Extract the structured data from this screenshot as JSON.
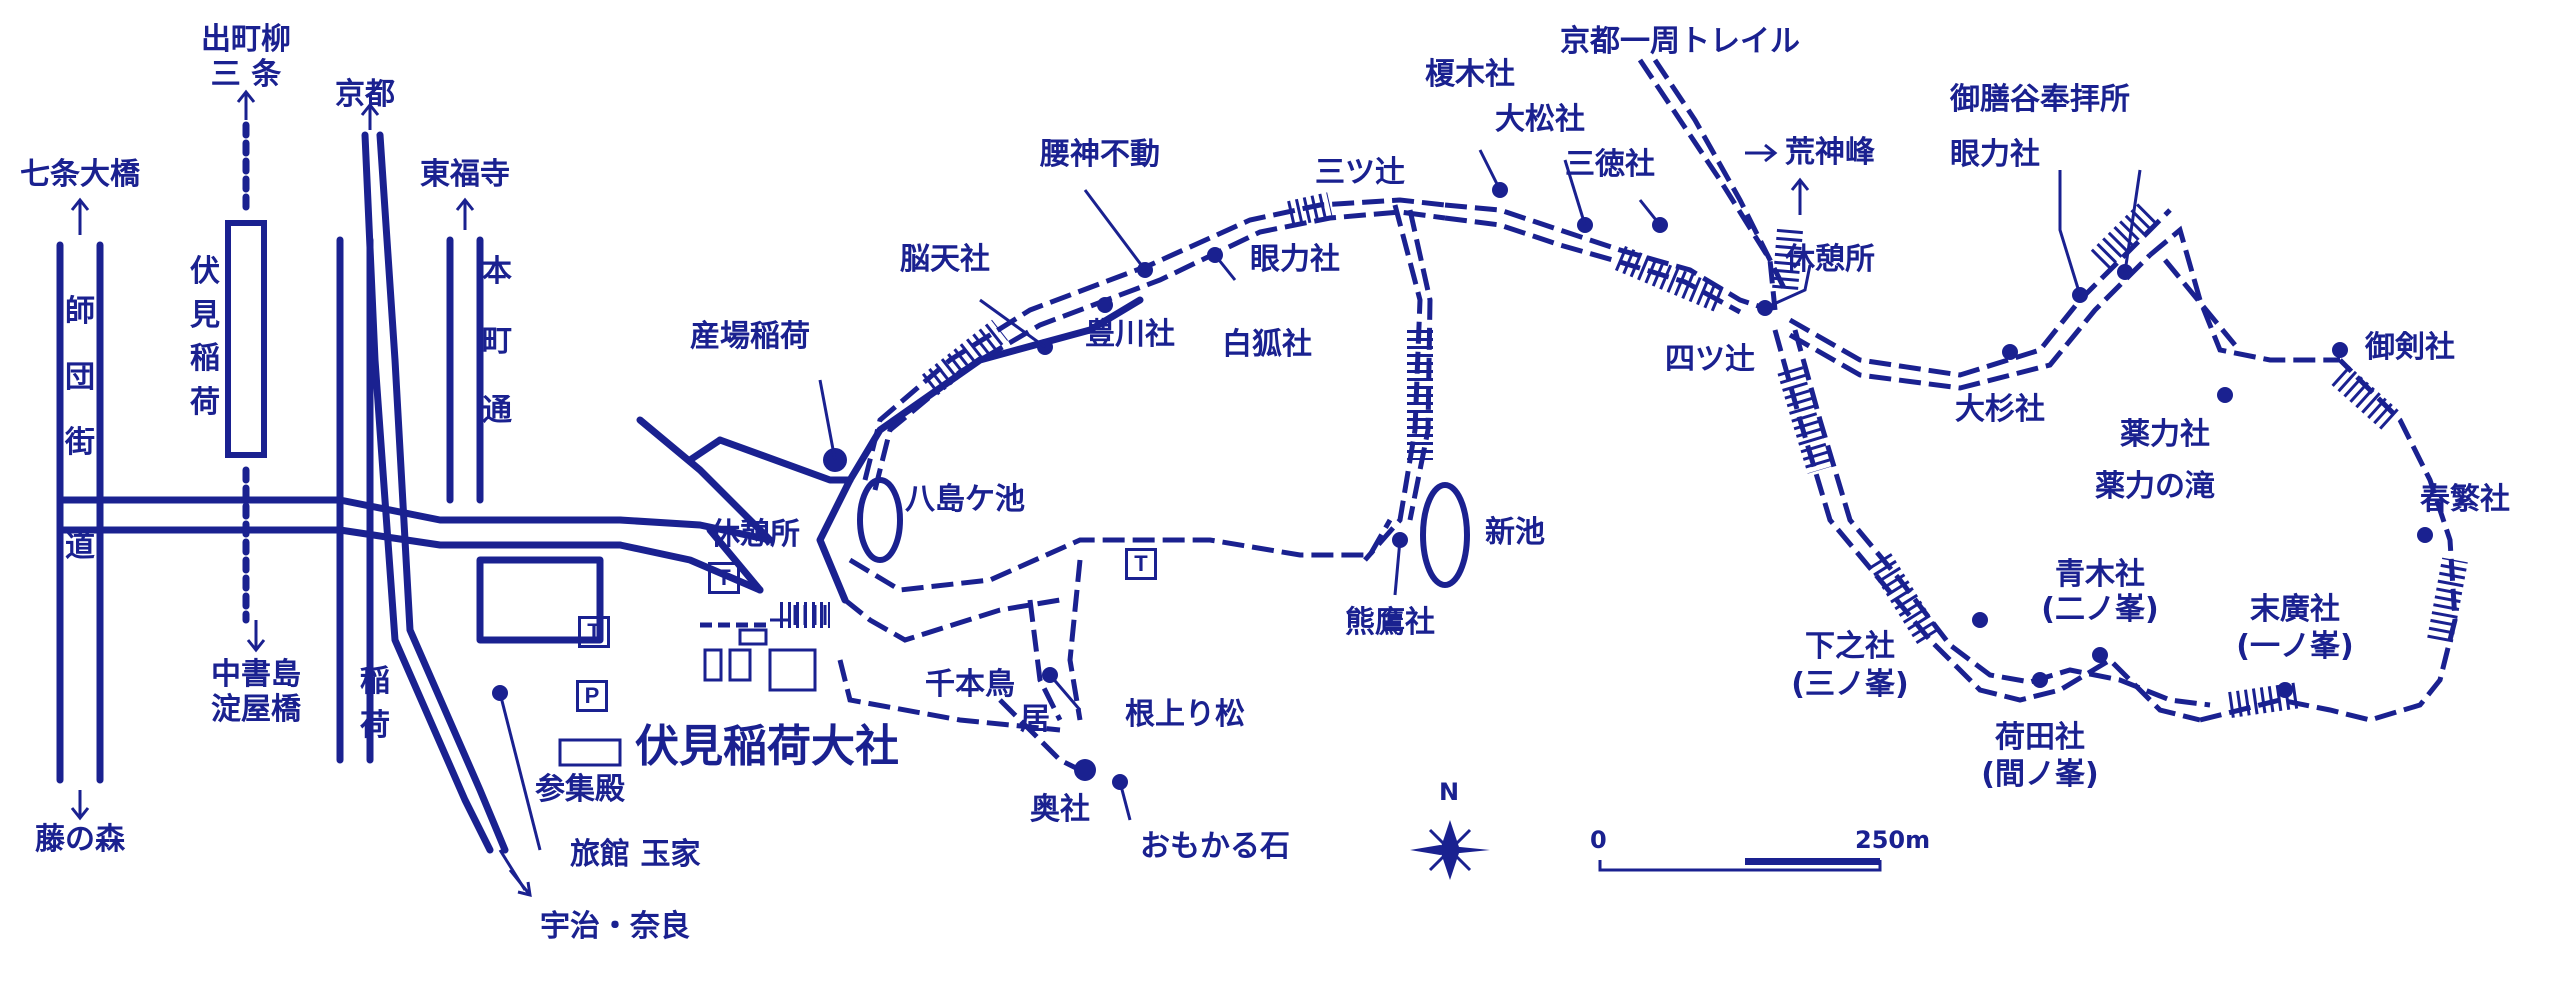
{
  "map": {
    "color": "#1a2190",
    "main_shrine": "伏見稲荷大社",
    "compass": "N",
    "scale": {
      "zero": "0",
      "end": "250m"
    },
    "symbol_toilet": "T",
    "symbol_parking": "P"
  },
  "streets": {
    "shimogyo": [
      "師",
      "団",
      "街",
      "道"
    ],
    "honmachi": [
      "本",
      "町",
      "通"
    ],
    "keihan_station": [
      "伏",
      "見",
      "稲",
      "荷"
    ],
    "jr_station": [
      "稲",
      "荷"
    ]
  },
  "directions": {
    "shichijo": "七条大橋",
    "demachi1": "出町柳",
    "demachi2": "三 条",
    "kyoto": "京都",
    "tofukuji": "東福寺",
    "fujinomori": "藤の森",
    "chushojima1": "中書島",
    "chushojima2": "淀屋橋",
    "uji": "宇治・奈良",
    "trail": "京都一周トレイル",
    "arakami": "荒神峰"
  },
  "places": {
    "ubaba": "産場稲荷",
    "noten": "脳天社",
    "koshigami": "腰神不動",
    "toyokawa": "豊川社",
    "ganriki1": "眼力社",
    "byakko": "白狐社",
    "mitsutsuji": "三ツ辻",
    "enoki": "榎木社",
    "omatsu": "大松社",
    "santoku": "三徳社",
    "kyukeisho1": "休憩所",
    "yotsutsuji": "四ツ辻",
    "osugi": "大杉社",
    "gozendani": "御膳谷奉拝所",
    "ganriki2": "眼力社",
    "mitsurugi": "御剣社",
    "yakuriki": "薬力社",
    "yakuriki_taki": "薬力の滝",
    "harushige": "春繁社",
    "aoki": "青木社",
    "aoki_sub": "(二ノ峯)",
    "suehiro": "末廣社",
    "suehiro_sub": "(一ノ峯)",
    "shimonosha": "下之社",
    "shimonosha_sub": "(三ノ峯)",
    "kada": "荷田社",
    "kada_sub": "(間ノ峯)",
    "yashimagaike": "八島ケ池",
    "shinike": "新池",
    "kumataka": "熊鷹社",
    "kyukeisho2": "休憩所",
    "senbon1": "千本鳥",
    "senbon2": "居",
    "neagarimatsu": "根上り松",
    "okusha": "奥社",
    "omokaru": "おもかる石",
    "sanshuden": "参集殿",
    "ryokan": "旅館 玉家"
  }
}
